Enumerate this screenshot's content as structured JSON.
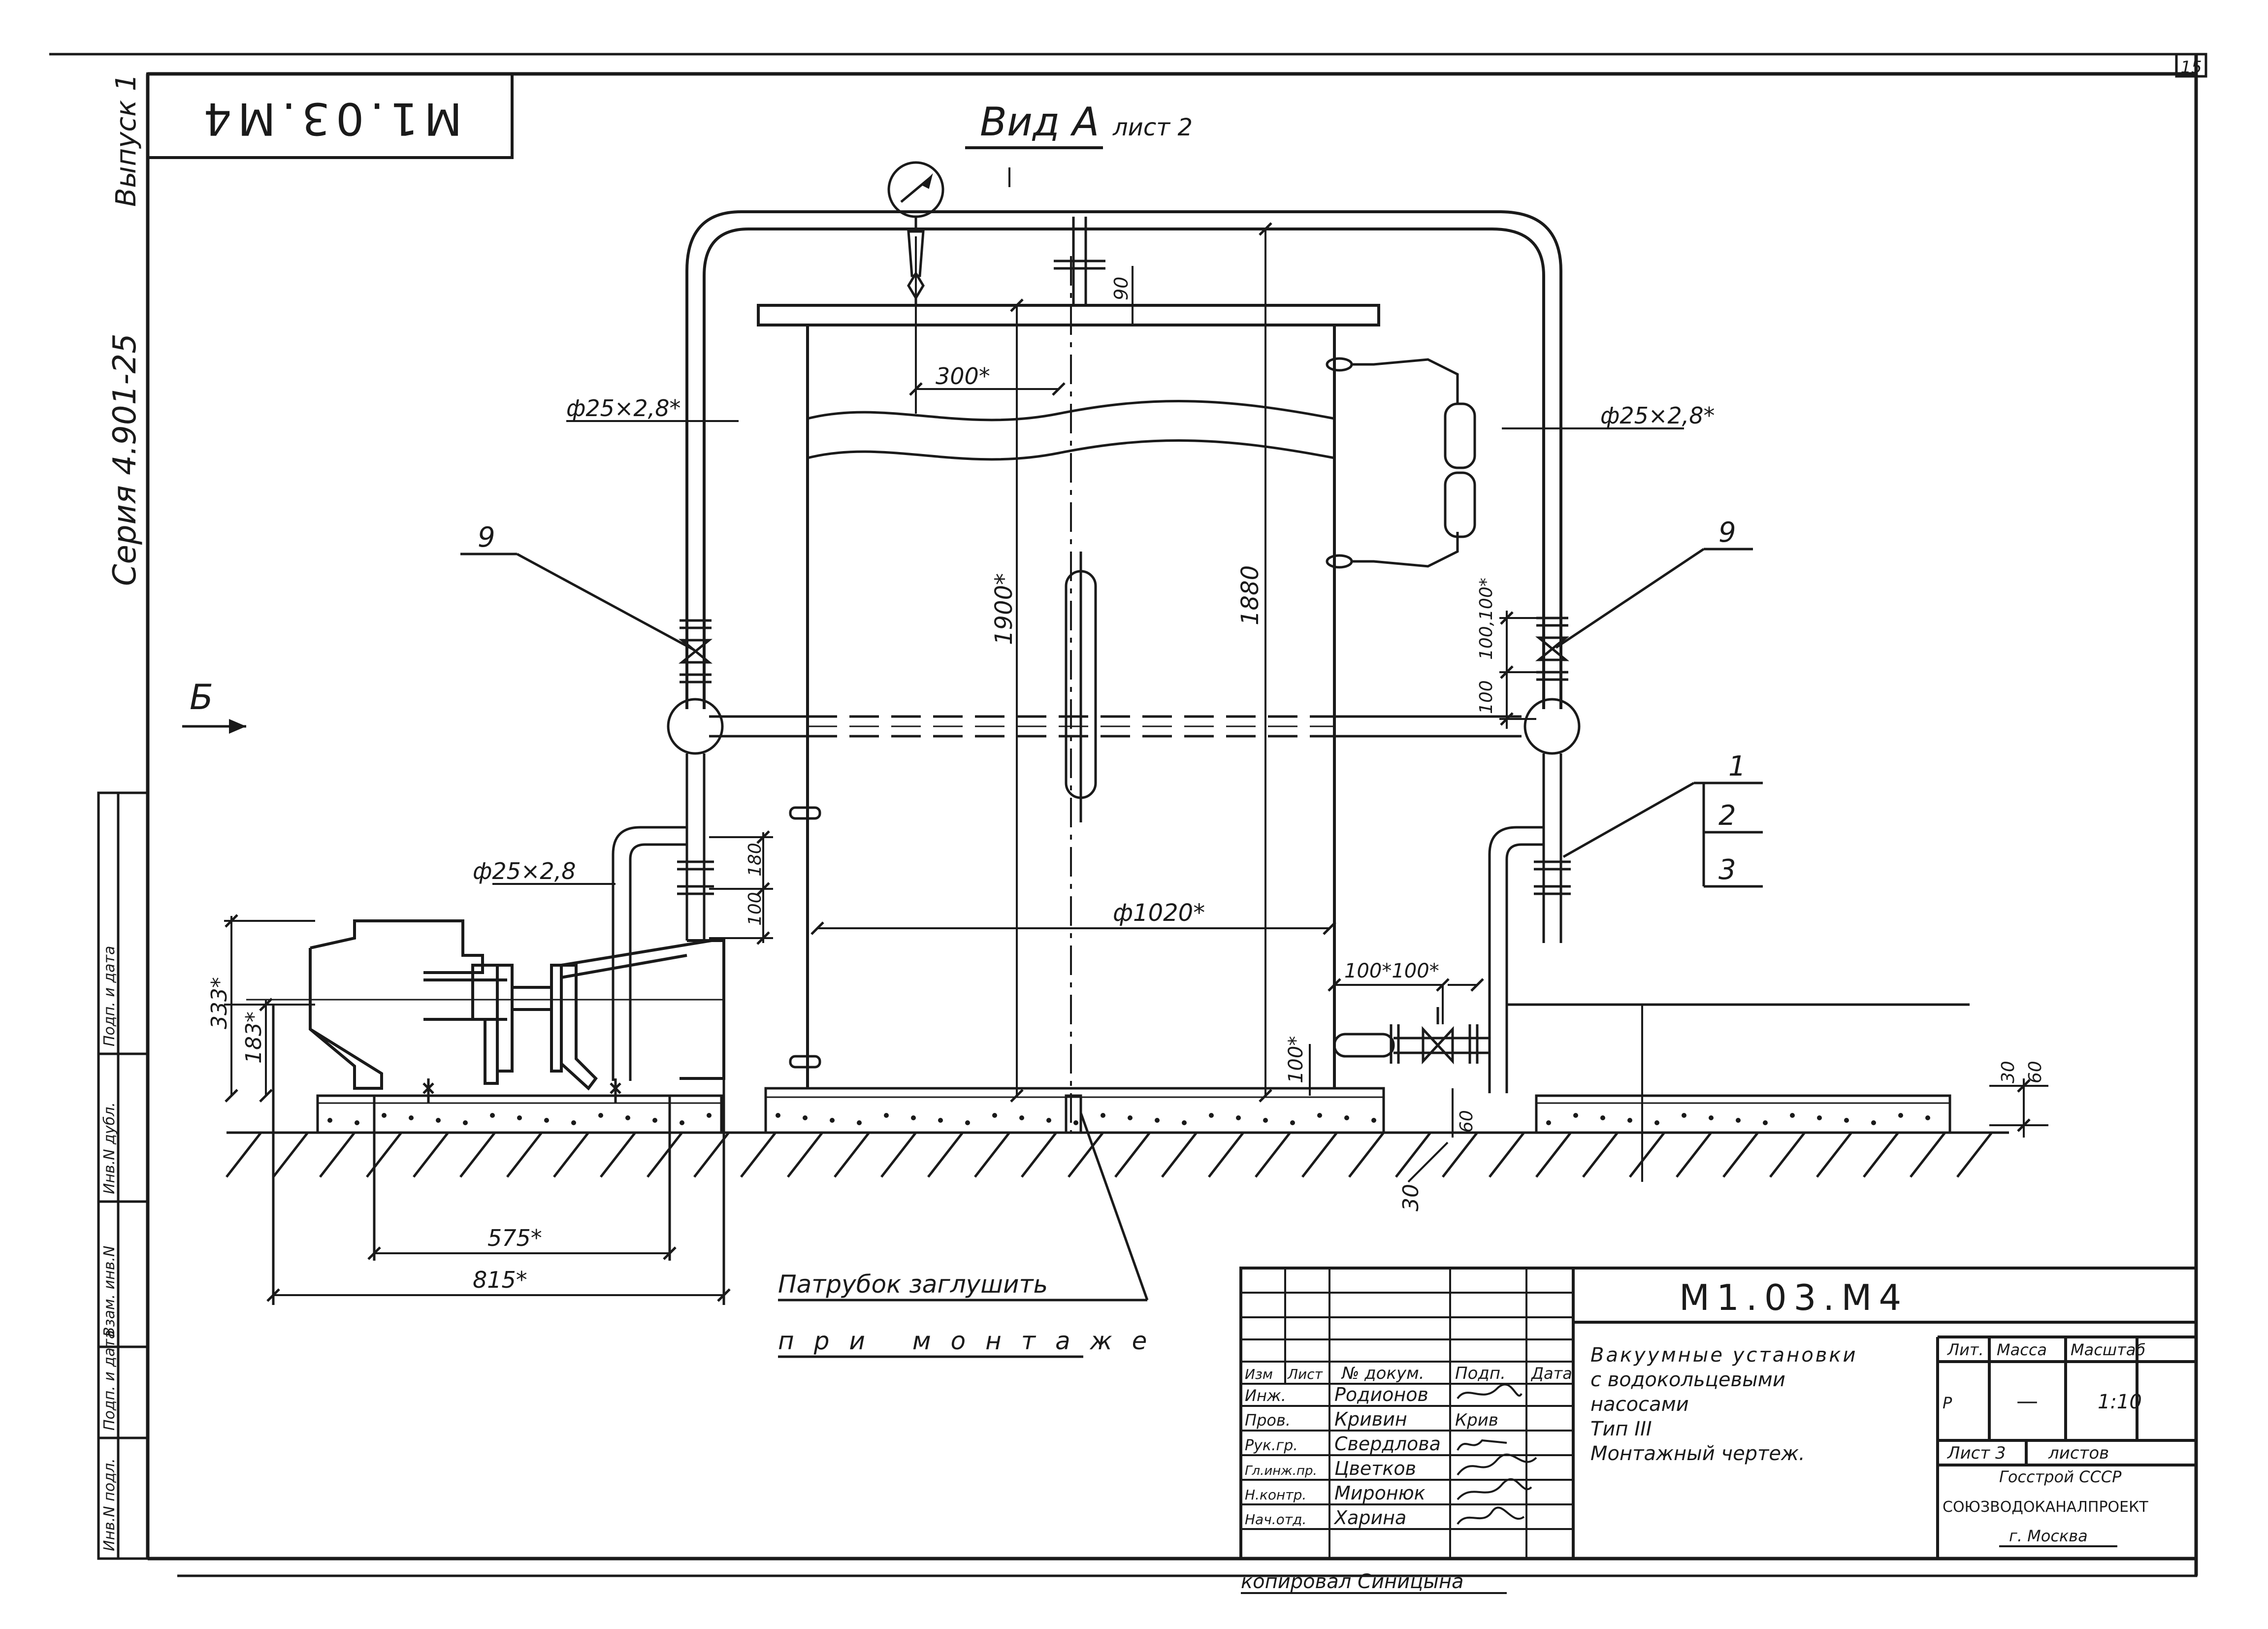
{
  "sheet": {
    "corner_number": "15",
    "stamp_top": "М1.03.М4",
    "series": "Серия 4.901-25",
    "issue": "Выпуск 1"
  },
  "drawing": {
    "view_title": "Вид А",
    "view_ref": "лист 2",
    "side_mark": "Б",
    "dims": {
      "pipe_top_left": "ф25×2,8*",
      "pipe_top_right": "ф25×2,8*",
      "pipe_low_left": "ф25×2,8",
      "d300": "300*",
      "d90": "90",
      "d1900": "1900*",
      "d1880": "1880",
      "d1020": "ф1020*",
      "d100_100": "100,100*",
      "d100_lower": "100",
      "d100_r": "100",
      "d180": "180",
      "d100_left": "100",
      "d333": "333*",
      "d183": "183*",
      "d575": "575*",
      "d815": "815*",
      "d100_pair": "100*100*",
      "d100_valve": "100*",
      "d30_right": "30",
      "d60_right": "60",
      "d60_base": "60",
      "d30_base": "30"
    },
    "callouts": {
      "left_9": "9",
      "right_9": "9",
      "c1": "1",
      "c2": "2",
      "c3": "3"
    },
    "note_line1": "Патрубок заглушить",
    "note_line2": "при монтаже"
  },
  "left_strip": {
    "labels": [
      "Инв.N подл.",
      "Подп. и дата",
      "Взам. инв.N",
      "Инв.N дубл.",
      "Подп. и дата"
    ]
  },
  "title_block": {
    "code": "М1.03.М4",
    "title_lines": [
      "Вакуумные установки",
      "с водокольцевыми",
      "насосами",
      "Тип III",
      "Монтажный чертеж."
    ],
    "headers": {
      "izm": "Изм",
      "list": "Лист",
      "doc": "№ докум.",
      "podp": "Подп.",
      "data": "Дата"
    },
    "people": [
      {
        "role": "Инж.",
        "name": "Родионов"
      },
      {
        "role": "Пров.",
        "name": "Кривин"
      },
      {
        "role": "Рук.гр.",
        "name": "Свердлова"
      },
      {
        "role": "Гл.инж.пр.",
        "name": "Цветков"
      },
      {
        "role": "Н.контр.",
        "name": "Миронюк"
      },
      {
        "role": "Нач.отд.",
        "name": "Харина"
      }
    ],
    "signature_kriv": "Крив",
    "lit_label": "Лит.",
    "mass_label": "Масса",
    "scale_label": "Масштаб",
    "lit_value": "Р",
    "mass_value": "—",
    "scale_value": "1:10",
    "sheet_label": "Лист 3",
    "sheets_label": "листов",
    "org1": "Госстрой СССР",
    "org2": "СОЮЗВОДОКАНАЛПРОЕКТ",
    "org3": "г. Москва",
    "copied": "копировал Синицына"
  }
}
